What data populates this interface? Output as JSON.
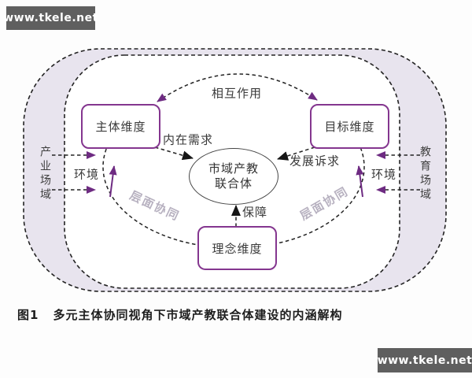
{
  "watermarks": {
    "top_left": "www.tkele.net",
    "bottom_right": "www.tkele.net"
  },
  "diagram": {
    "hub": {
      "line1": "市域产教",
      "line2": "联合体"
    },
    "boxes": {
      "subject": {
        "label": "主体维度"
      },
      "goal": {
        "label": "目标维度"
      },
      "concept": {
        "label": "理念维度"
      }
    },
    "labels": {
      "interaction": "相互作用",
      "internal_demand": "内在需求",
      "development_appeal": "发展诉求",
      "guarantee": "保障",
      "level_synergy_left": "层面协同",
      "level_synergy_right": "层面协同",
      "environment_left": "环境",
      "environment_right": "环境",
      "industry_field": "产业场域",
      "education_field": "教育场域"
    },
    "colors": {
      "box_border": "#84368f",
      "arrow_purple": "#6e2b82",
      "arrow_black": "#161616",
      "outer_fill": "#e8e4ee",
      "dashed_line": "#232323",
      "synergy_text": "#b7b1c0"
    }
  },
  "caption": {
    "figure_no": "图1",
    "text": "多元主体协同视角下市域产教联合体建设的内涵解构"
  }
}
